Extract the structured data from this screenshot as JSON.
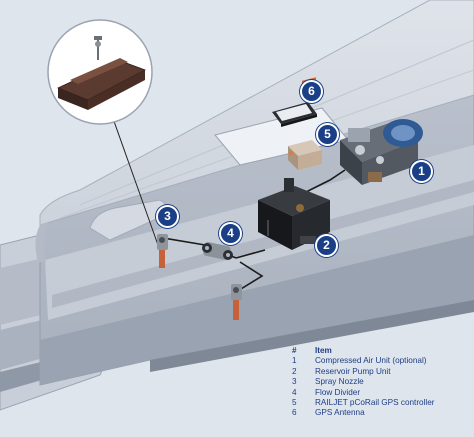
{
  "legend": {
    "header_num": "#",
    "header_item": "Item",
    "items": [
      {
        "num": "1",
        "label": "Compressed Air Unit (optional)"
      },
      {
        "num": "2",
        "label": "Reservoir Pump Unit"
      },
      {
        "num": "3",
        "label": "Spray Nozzle"
      },
      {
        "num": "4",
        "label": "Flow Divider"
      },
      {
        "num": "5",
        "label": "RAILJET pCoRail GPS controller"
      },
      {
        "num": "6",
        "label": "GPS Antenna"
      }
    ]
  },
  "callouts": {
    "c1": "1",
    "c2": "2",
    "c3": "3",
    "c4": "4",
    "c5": "5",
    "c6": "6"
  },
  "colors": {
    "badge": "#1a3f86",
    "legend_text": "#1f3e86",
    "train_body": "#c3cad5",
    "background": "#dfe5ec"
  },
  "icons": [
    "compressed-air-unit-icon",
    "reservoir-pump-unit-icon",
    "spray-nozzle-icon",
    "flow-divider-icon",
    "gps-controller-icon",
    "gps-antenna-icon",
    "rail-icon"
  ]
}
